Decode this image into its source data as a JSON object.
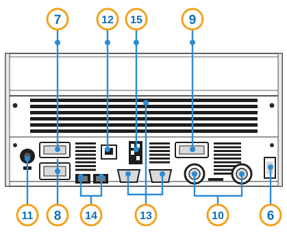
{
  "diagram": {
    "subject": "Rear panel of an inverter unit",
    "colors": {
      "callout": "#f2a11b",
      "callout_text": "#0d6fb5",
      "leader": "#2b8bd4",
      "chassis_outline": "#2a2a2a",
      "grille": "#1e1e1e",
      "panel_fill": "#ffffff",
      "port_fill": "#d9d9d9"
    },
    "callouts": {
      "c7": "7",
      "c12": "12",
      "c15": "15",
      "c9": "9",
      "c11": "11",
      "c8": "8",
      "c14": "14",
      "c13": "13",
      "c10": "10",
      "c6": "6"
    },
    "icons": {
      "callout_marker": "circled-number",
      "leader_end": "dot"
    }
  }
}
